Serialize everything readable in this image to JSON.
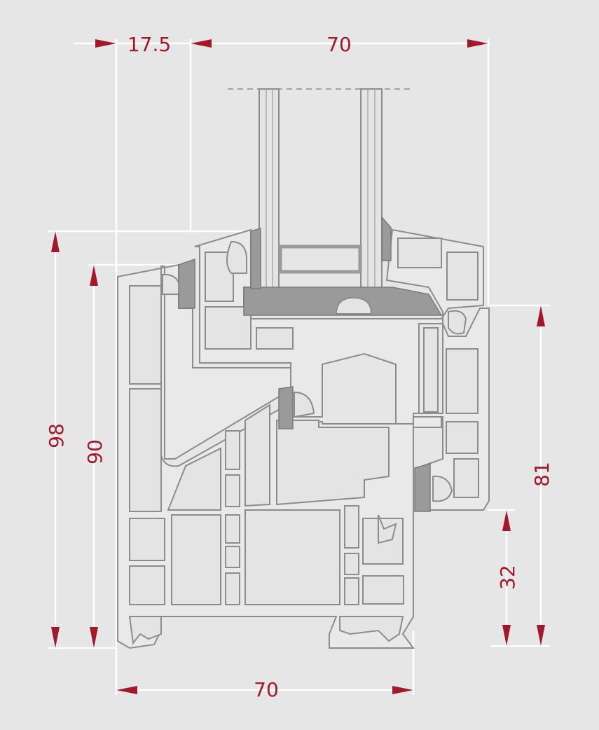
{
  "title": "Window profile cross-section",
  "dimensions": {
    "top_left": "17.5",
    "top_right": "70",
    "left_outer": "98",
    "left_inner": "90",
    "right_outer": "81",
    "right_inner": "32",
    "bottom": "70"
  },
  "colors": {
    "dimension": "#a3192b",
    "background": "#e6e6e6",
    "outline": "#8c8c8c",
    "gasket": "#9a9a9a"
  }
}
